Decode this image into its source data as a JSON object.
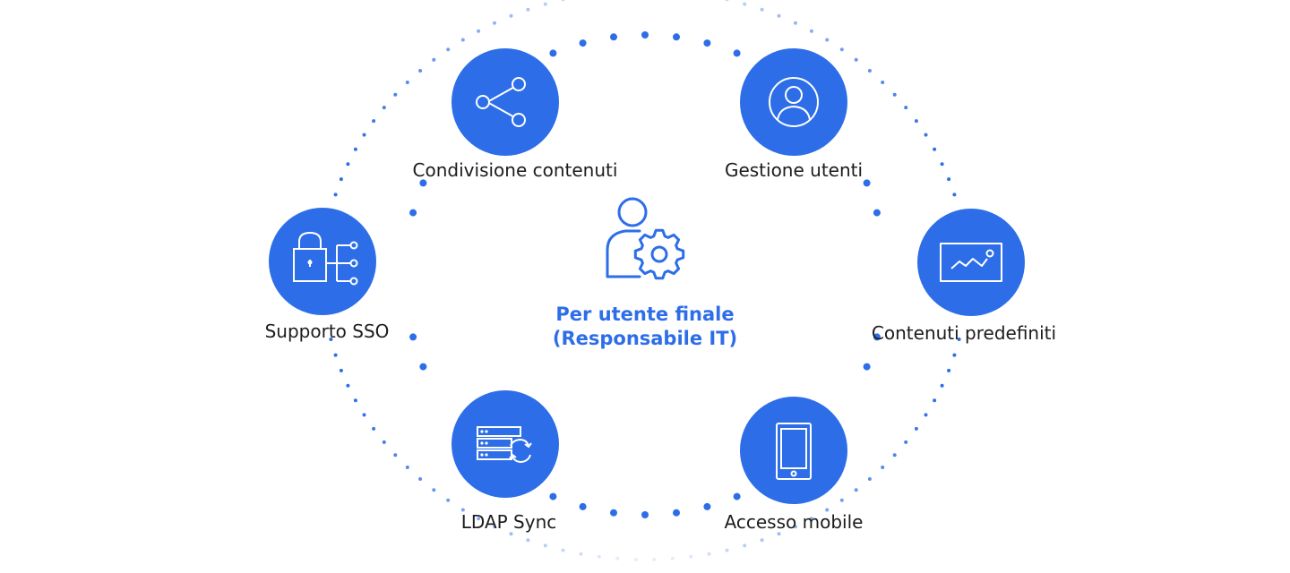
{
  "center": {
    "title_line1": "Per utente finale",
    "title_line2": "(Responsabile IT)",
    "icon": "admin-gear-icon"
  },
  "features": [
    {
      "label": "Condivisione contenuti",
      "icon": "share-icon"
    },
    {
      "label": "Gestione utenti",
      "icon": "user-profile-icon"
    },
    {
      "label": "Supporto SSO",
      "icon": "lock-network-icon"
    },
    {
      "label": "Contenuti predefiniti",
      "icon": "chart-picture-icon"
    },
    {
      "label": "LDAP Sync",
      "icon": "server-sync-icon"
    },
    {
      "label": "Accesso mobile",
      "icon": "tablet-icon"
    }
  ],
  "colors": {
    "accent": "#2d6ee8",
    "text": "#1c1c1c",
    "background": "#ffffff"
  }
}
